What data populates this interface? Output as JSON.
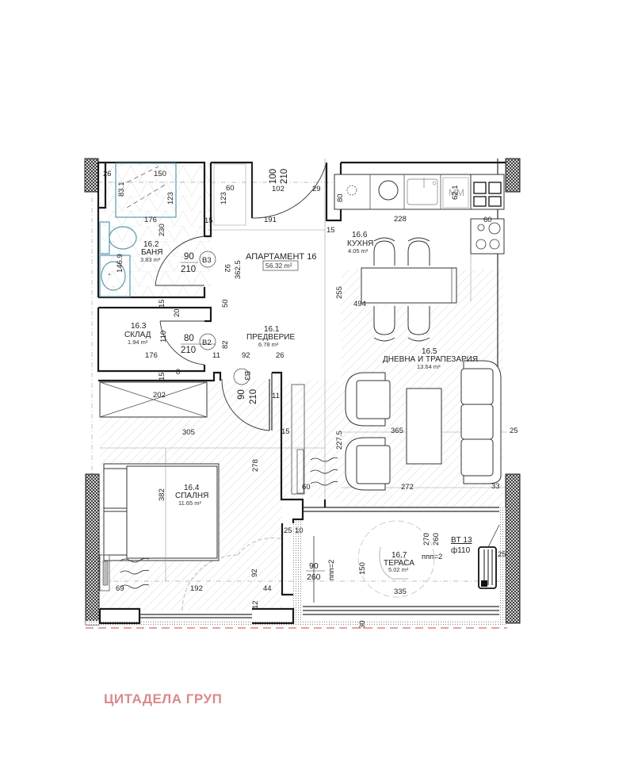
{
  "brand": {
    "name": "ЦИТАДЕЛА ГРУП",
    "color": "#d98a8a"
  },
  "apartment": {
    "title": "АПАРТАМЕНТ 16",
    "area": "56.32 m²"
  },
  "rooms": [
    {
      "id": "16.1",
      "name": "ПРЕДВЕРИЕ",
      "area": "6.78 m²"
    },
    {
      "id": "16.2",
      "name": "БАНЯ",
      "area": "3.83 m²"
    },
    {
      "id": "16.3",
      "name": "СКЛАД",
      "area": "1.94 m²"
    },
    {
      "id": "16.4",
      "name": "СПАЛНЯ",
      "area": "11.65 m²"
    },
    {
      "id": "16.5",
      "name": "ДНЕВНА И ТРАПЕЗАРИЯ",
      "area": "13.64 m²"
    },
    {
      "id": "16.6",
      "name": "КУХНЯ",
      "area": "4.05 m²"
    },
    {
      "id": "16.7",
      "name": "ТЕРАСА",
      "area": "5.02 m²"
    }
  ],
  "doors": [
    {
      "tag": "B3",
      "width": "90",
      "height": "210",
      "location": "bathroom"
    },
    {
      "tag": "B2",
      "width": "80",
      "height": "210",
      "location": "storage"
    },
    {
      "tag": "B3",
      "width": "90",
      "height": "210",
      "location": "bedroom"
    },
    {
      "tag": "",
      "width": "100",
      "height": "210",
      "location": "entrance"
    },
    {
      "tag": "",
      "width": "90",
      "height": "260",
      "location": "terrace"
    }
  ],
  "dimensions": {
    "bath_top": "150",
    "bath_left": "26",
    "bath_shower": "83.1",
    "bath_width": "176",
    "bath_h1": "123",
    "bath_h2": "230",
    "bath_sink": "146.9",
    "bath_door_side": "15",
    "closet_w": "60",
    "closet_h": "123",
    "closet_side": "15",
    "entry_w": "102",
    "entry_right": "29",
    "entry_diag": "191",
    "hall_92": "92",
    "hall_362": "362.5",
    "hall_50": "50",
    "hall_82": "82",
    "hall_92b": "92",
    "hall_26": "26",
    "hall_11a": "11",
    "hall_11b": "11",
    "store_15a": "15",
    "store_20": "20",
    "store_110": "110",
    "store_176": "176",
    "store_15b": "15",
    "store_8": "8",
    "kitchen_80": "80",
    "kitchen_15": "15",
    "kitchen_228": "228",
    "kitchen_60": "60",
    "kitchen_621": "62.1",
    "living_255": "255",
    "living_494": "494",
    "living_365": "365",
    "living_227": "227.5",
    "living_25": "25",
    "living_272": "272",
    "living_33": "33",
    "living_60": "60",
    "living_15": "15",
    "bed_202": "202",
    "bed_305": "305",
    "bed_278": "278",
    "bed_382": "382",
    "bed_69": "69",
    "bed_192": "192",
    "bed_44": "44",
    "bed_92": "92",
    "bed_12": "12",
    "bed_25": "25",
    "bed_10": "10",
    "terr_150": "150",
    "terr_335": "335",
    "terr_30": "30",
    "terr_270": "270",
    "terr_260": "260",
    "terr_25": "25",
    "terr_10": "10"
  },
  "annotations": {
    "ppp1": "ппп=2",
    "ppp2": "ппп=2",
    "radiator_tag": "BT 13",
    "radiator_dia": "ф110",
    "fridge": "MM"
  }
}
